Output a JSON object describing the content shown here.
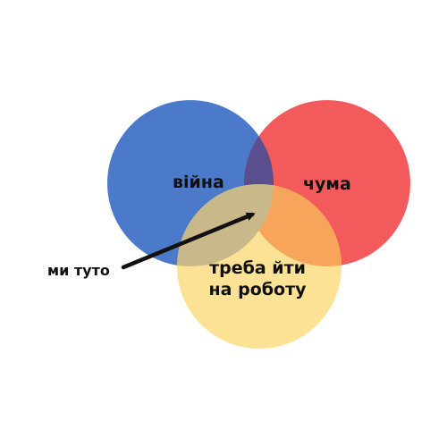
{
  "diagram": {
    "sets": [
      {
        "id": "war",
        "label": "війна",
        "color": "#4a7ac9"
      },
      {
        "id": "plague",
        "label": "чума",
        "color": "#f25a5c"
      },
      {
        "id": "work",
        "label": "треба йти на роботу",
        "color": "#fbe08d"
      }
    ],
    "pointer_label": "ми туто",
    "colors": {
      "triple_overlap": "#c9b98a",
      "war_plague_overlap": "#5a4f8e",
      "plague_work_overlap": "#f6a55b",
      "arrow": "#111111"
    }
  }
}
